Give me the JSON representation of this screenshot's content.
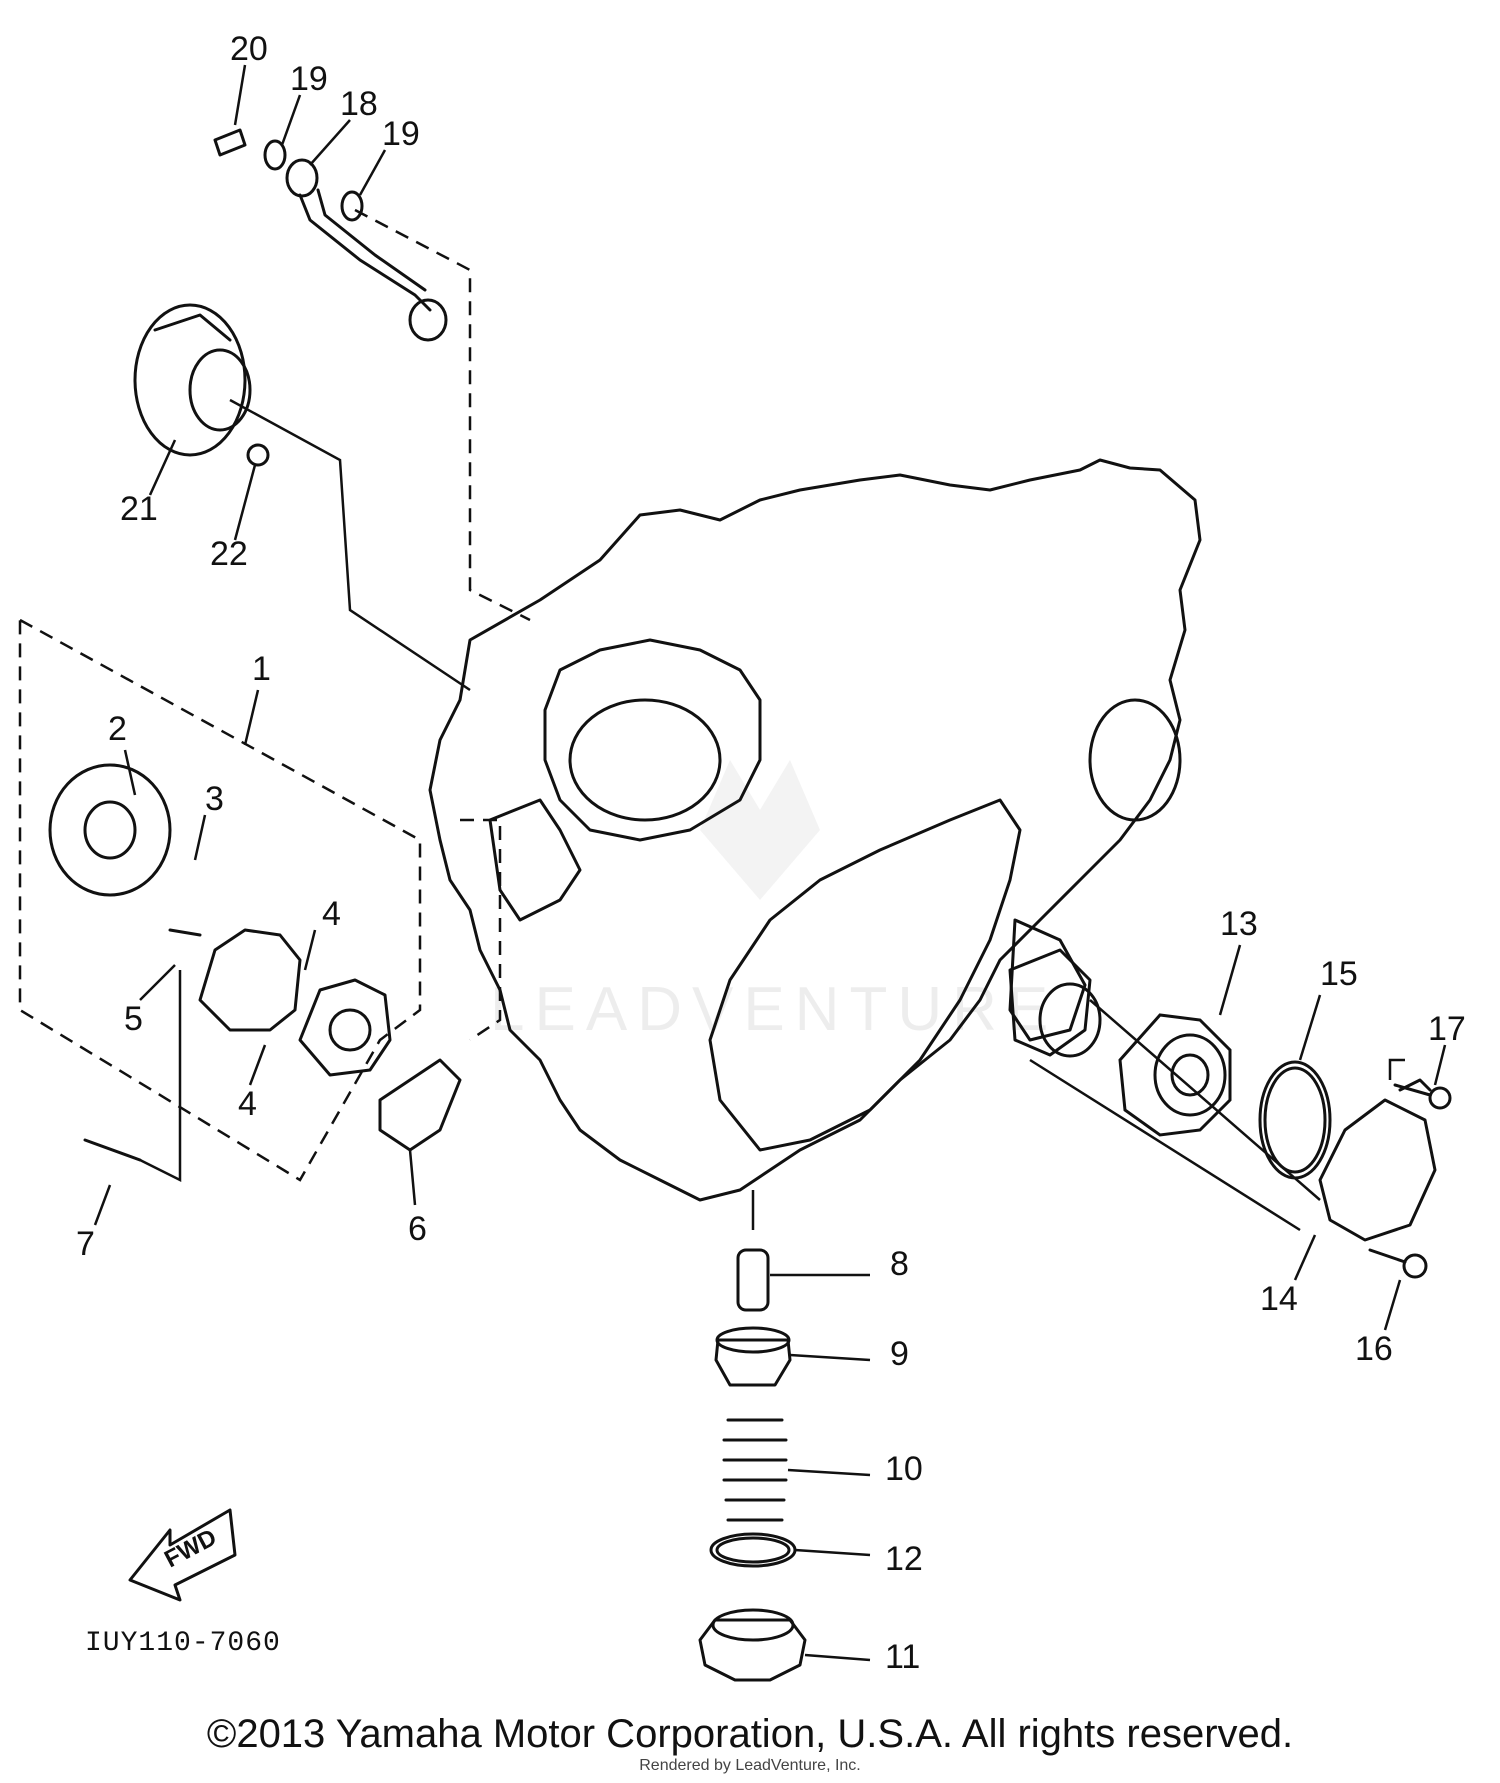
{
  "diagram": {
    "callouts": [
      "1",
      "2",
      "3",
      "4",
      "4",
      "5",
      "6",
      "7",
      "8",
      "9",
      "10",
      "11",
      "12",
      "13",
      "14",
      "15",
      "16",
      "17",
      "18",
      "19",
      "19",
      "20",
      "21",
      "22"
    ],
    "drawing_code": "IUY110-7060",
    "fwd_label": "FWD",
    "watermark": "LEADVENTURE"
  },
  "footer": {
    "copyright": "©2013 Yamaha Motor Corporation, U.S.A. All rights reserved.",
    "rendered_by": "Rendered by LeadVenture, Inc."
  }
}
